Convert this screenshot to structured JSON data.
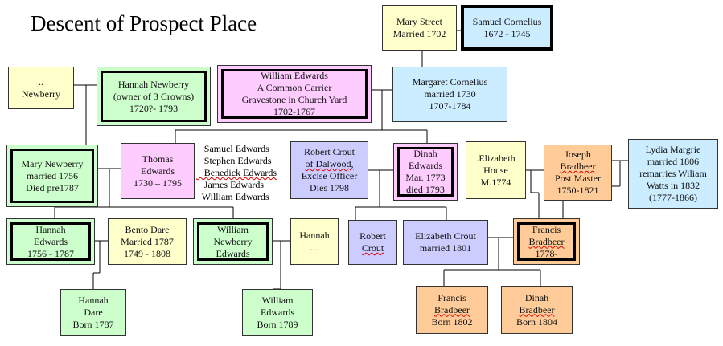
{
  "title": "Descent of  Prospect Place",
  "people": {
    "mary_street": [
      "Mary Street",
      "Married 1702"
    ],
    "samuel_cornelius": [
      "Samuel Cornelius",
      "1672 - 1745"
    ],
    "newberry": [
      "..",
      "Newberry"
    ],
    "hannah_newberry": [
      "Hannah Newberry",
      "(owner of 3 Crowns)",
      "1720?- 1793"
    ],
    "william_edwards": [
      "William Edwards",
      "A Common Carrier",
      "Gravestone in Church Yard",
      "1702-1767"
    ],
    "margaret_cornelius": [
      "Margaret Cornelius",
      "married 1730",
      "1707-1784"
    ],
    "mary_newberry": [
      "Mary Newberry",
      "married 1756",
      "Died pre1787"
    ],
    "thomas_edwards": [
      "Thomas",
      "Edwards",
      "1730 –  1795"
    ],
    "robert_crout_sr": [
      "Robert Crout",
      "of  Dalwood,",
      "Excise Officer",
      "Dies 1798"
    ],
    "dinah_edwards": [
      "Dinah",
      "Edwards",
      "Mar. 1773",
      "died 1793"
    ],
    "elizabeth_house": [
      ".Elizabeth",
      "House",
      "M.1774"
    ],
    "joseph_bradbeer": [
      "Joseph",
      "Bradbeer",
      "Post Master",
      "1750-1821"
    ],
    "lydia_margrie": [
      "Lydia Margrie",
      "married 1806",
      "remarries Wiliam",
      "Watts in 1832",
      "(1777-1866)"
    ],
    "hannah_edwards": [
      "Hannah",
      "Edwards",
      "1756 - 1787"
    ],
    "bento_dare": [
      "Bento Dare",
      "Married 1787",
      "1749 - 1808"
    ],
    "william_newberry_edwards": [
      "William",
      "Newberry",
      "Edwards"
    ],
    "hannah_dots": [
      "Hannah",
      "…"
    ],
    "robert_crout_jr": [
      "Robert",
      "Crout"
    ],
    "elizabeth_crout": [
      "Elizabeth Crout",
      "married 1801"
    ],
    "francis_bradbeer": [
      "Francis",
      "Bradbeer",
      "1778-"
    ],
    "hannah_dare": [
      "Hannah",
      "Dare",
      "Born 1787"
    ],
    "william_edwards_1789": [
      "William",
      "Edwards",
      "Born 1789"
    ],
    "francis_bradbeer_1802": [
      "Francis",
      "Bradbeer",
      "Born 1802"
    ],
    "dinah_bradbeer_1804": [
      "Dinah",
      "Bradbeer",
      "Born 1804"
    ]
  },
  "siblings_list": [
    "+ Samuel Edwards",
    "+ Stephen Edwards",
    "+ Benedick Edwards",
    "+ James Edwards",
    "+William Edwards"
  ]
}
